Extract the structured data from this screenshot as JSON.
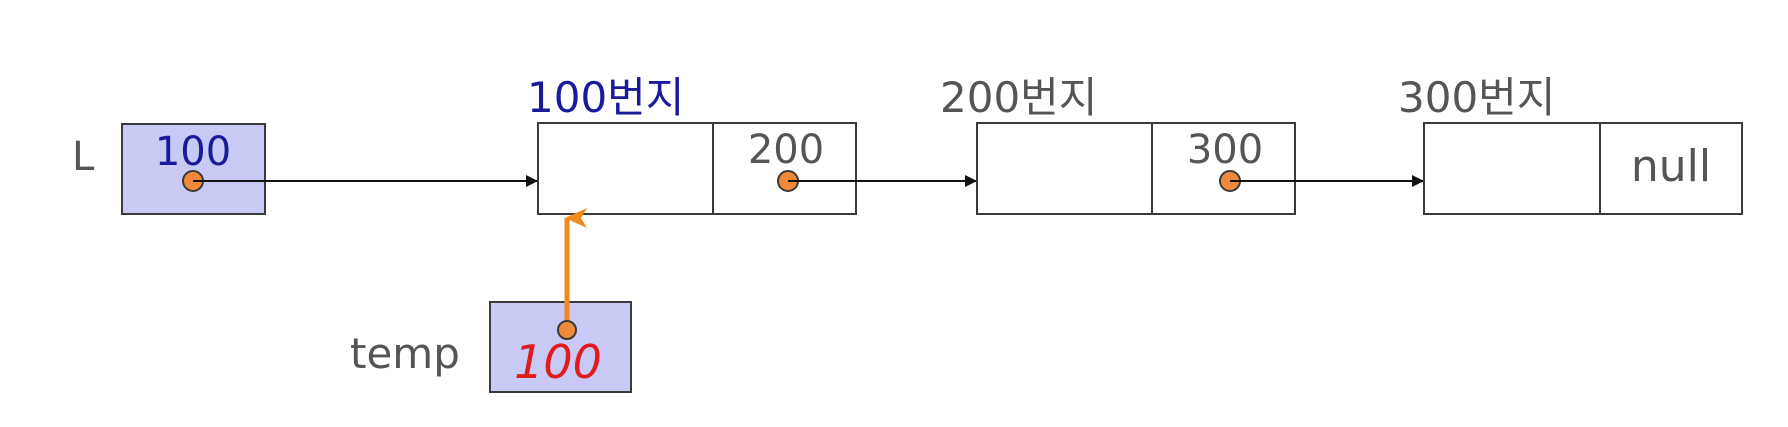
{
  "pointer_L": {
    "name": "L",
    "value": "100",
    "color": "#c8c9f4"
  },
  "pointer_temp": {
    "name": "temp",
    "value": "100",
    "color": "#c8c9f4"
  },
  "nodes": [
    {
      "address": "100번지",
      "link": "200"
    },
    {
      "address": "200번지",
      "link": "300"
    },
    {
      "address": "300번지",
      "link": "null"
    }
  ],
  "colors": {
    "pointer_fill": "#c8c9f4",
    "dot": "#f08a3a",
    "temp_arrow": "#f08a1e",
    "active_address": "#1a1a9a",
    "temp_value": "#e11a1a",
    "text": "#555555",
    "line": "#3a3a3a"
  }
}
